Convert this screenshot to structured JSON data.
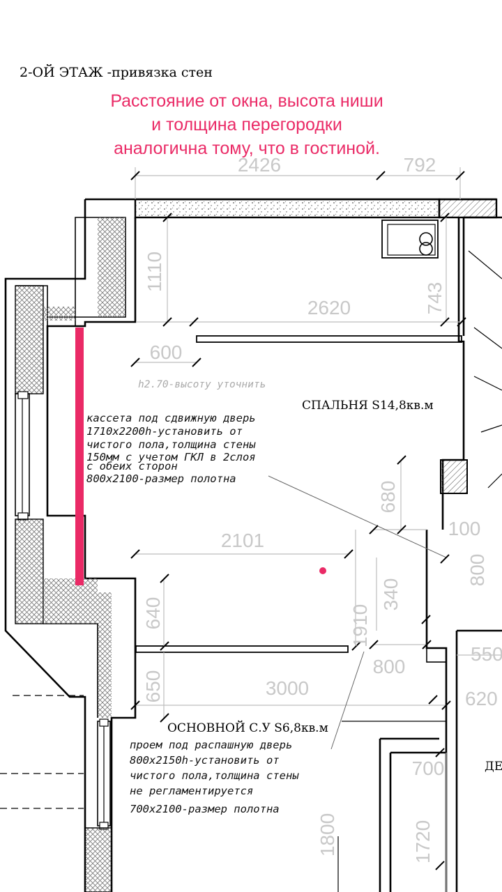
{
  "header": {
    "title": "2-ОЙ ЭТАЖ -привязка стен",
    "accent_note_lines": [
      "Расстояние от окна, высота ниши",
      "и толщина перегородки",
      "аналогична тому, что в гостиной."
    ]
  },
  "rooms": {
    "bedroom": "СПАЛЬНЯ S14,8кв.м",
    "bathroom": "ОСНОВНОЙ С.У S6,8кв.м",
    "cut_label": "ДЕ"
  },
  "notes": {
    "height": "h2.70-высоту уточнить",
    "cassette": [
      "кассета под сдвижную дверь",
      "1710х2200h-установить от",
      "чистого пола,толщина стены",
      "150мм с учетом ГКЛ в 2слоя",
      "с обеих сторон",
      "800х2100-размер полотна"
    ],
    "opening": [
      "проем под распашную дверь",
      "800х2150h-установить от",
      "чистого пола,толщина стены",
      "не регламентируется",
      "700х2100-размер полотна"
    ]
  },
  "dimensions": {
    "d2426": "2426",
    "d792": "792",
    "d1110": "1110",
    "d743": "743",
    "d2620": "2620",
    "d600": "600",
    "d680": "680",
    "d100": "100",
    "d800a": "800",
    "d2101": "2101",
    "d340": "340",
    "d640": "640",
    "d1910": "1910",
    "d800b": "800",
    "d550": "550",
    "d3000": "3000",
    "d650": "650",
    "d620": "620",
    "d700": "700",
    "d1800": "1800",
    "d1720": "1720"
  },
  "colors": {
    "accent": "#ea2a66",
    "wall": "#000000",
    "dimension": "#c8c8c8"
  }
}
